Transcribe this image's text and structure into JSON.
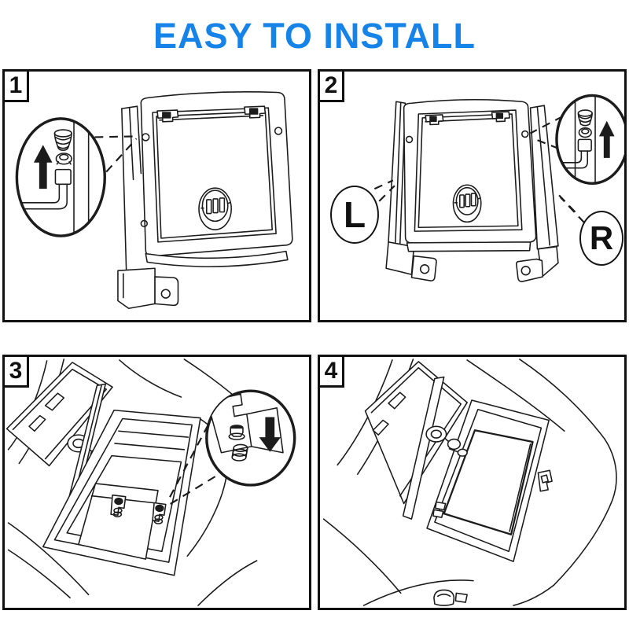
{
  "title": "EASY TO INSTALL",
  "colors": {
    "title": "#1583E8",
    "line": "#1c1c1c",
    "panel_border": "#111111"
  },
  "steps": [
    {
      "number": "1",
      "callout_icon": "screw-nut-and-cable-clip",
      "arrow_icon": "arrow-up"
    },
    {
      "number": "2",
      "left_marker": "L",
      "right_marker": "R",
      "callout_icon": "screw-nut-and-cable-clip",
      "arrow_icon": "arrow-up"
    },
    {
      "number": "3",
      "callout_icon": "hex-bolt-and-spring-washer",
      "arrow_icon": "arrow-down"
    },
    {
      "number": "4"
    }
  ]
}
